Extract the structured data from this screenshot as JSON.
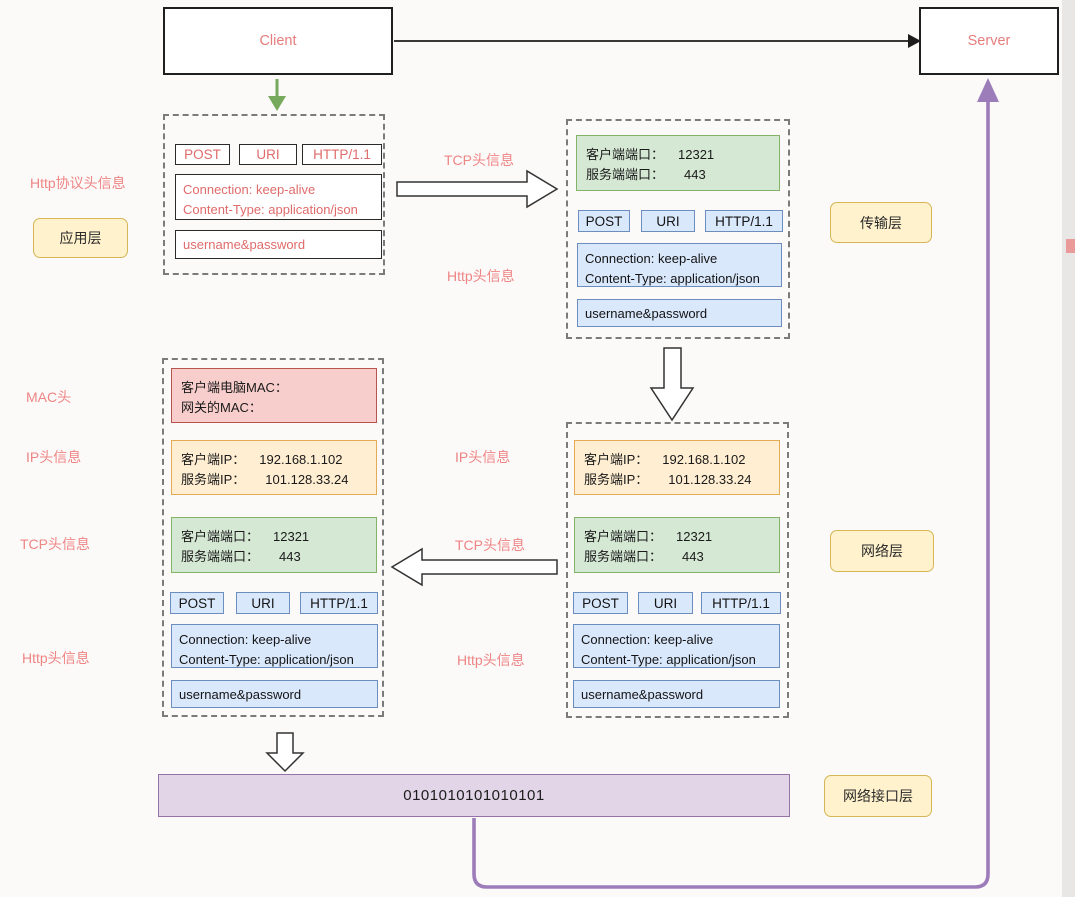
{
  "nodes": {
    "client": "Client",
    "server": "Server"
  },
  "layers": {
    "app": "应用层",
    "transport": "传输层",
    "network": "网络层",
    "network_interface": "网络接口层"
  },
  "annotations": {
    "http_protocol_header": "Http协议头信息",
    "mac_header": "MAC头",
    "ip_header": "IP头信息",
    "tcp_header": "TCP头信息",
    "http_header": "Http头信息"
  },
  "http": {
    "method": "POST",
    "uri": "URI",
    "version": "HTTP/1.1",
    "header_line1": "Connection: keep-alive",
    "header_line2": "Content-Type: application/json",
    "body": "username&password"
  },
  "tcp": {
    "client_port_label": "客户端端口：",
    "client_port_value": "12321",
    "server_port_label": "服务端端口：",
    "server_port_value": "443"
  },
  "ip": {
    "client_ip_label": "客户端IP：",
    "client_ip_value": "192.168.1.102",
    "server_ip_label": "服务端IP：",
    "server_ip_value": "101.128.33.24"
  },
  "mac": {
    "client_mac_label": "客户端电脑MAC：",
    "gateway_mac_label": "网关的MAC："
  },
  "physical_layer": {
    "bits": "0101010101010101"
  },
  "colors": {
    "red_text": "#ee8585",
    "yellow_bg": "#fff2cc",
    "yellow_border": "#d6b656",
    "green_bg": "#d5e8d4",
    "green_border": "#82b366",
    "blue_bg": "#dae8fc",
    "blue_border": "#6c8ebf",
    "pink_bg": "#f8cecc",
    "pink_border": "#b85450",
    "orange_bg": "#ffeed2",
    "orange_border": "#e2ab54",
    "purple_bg": "#e1d5e7",
    "purple_border": "#9673a6",
    "green_arrow": "#76a95c",
    "purple_arrow": "#9d7cba"
  }
}
